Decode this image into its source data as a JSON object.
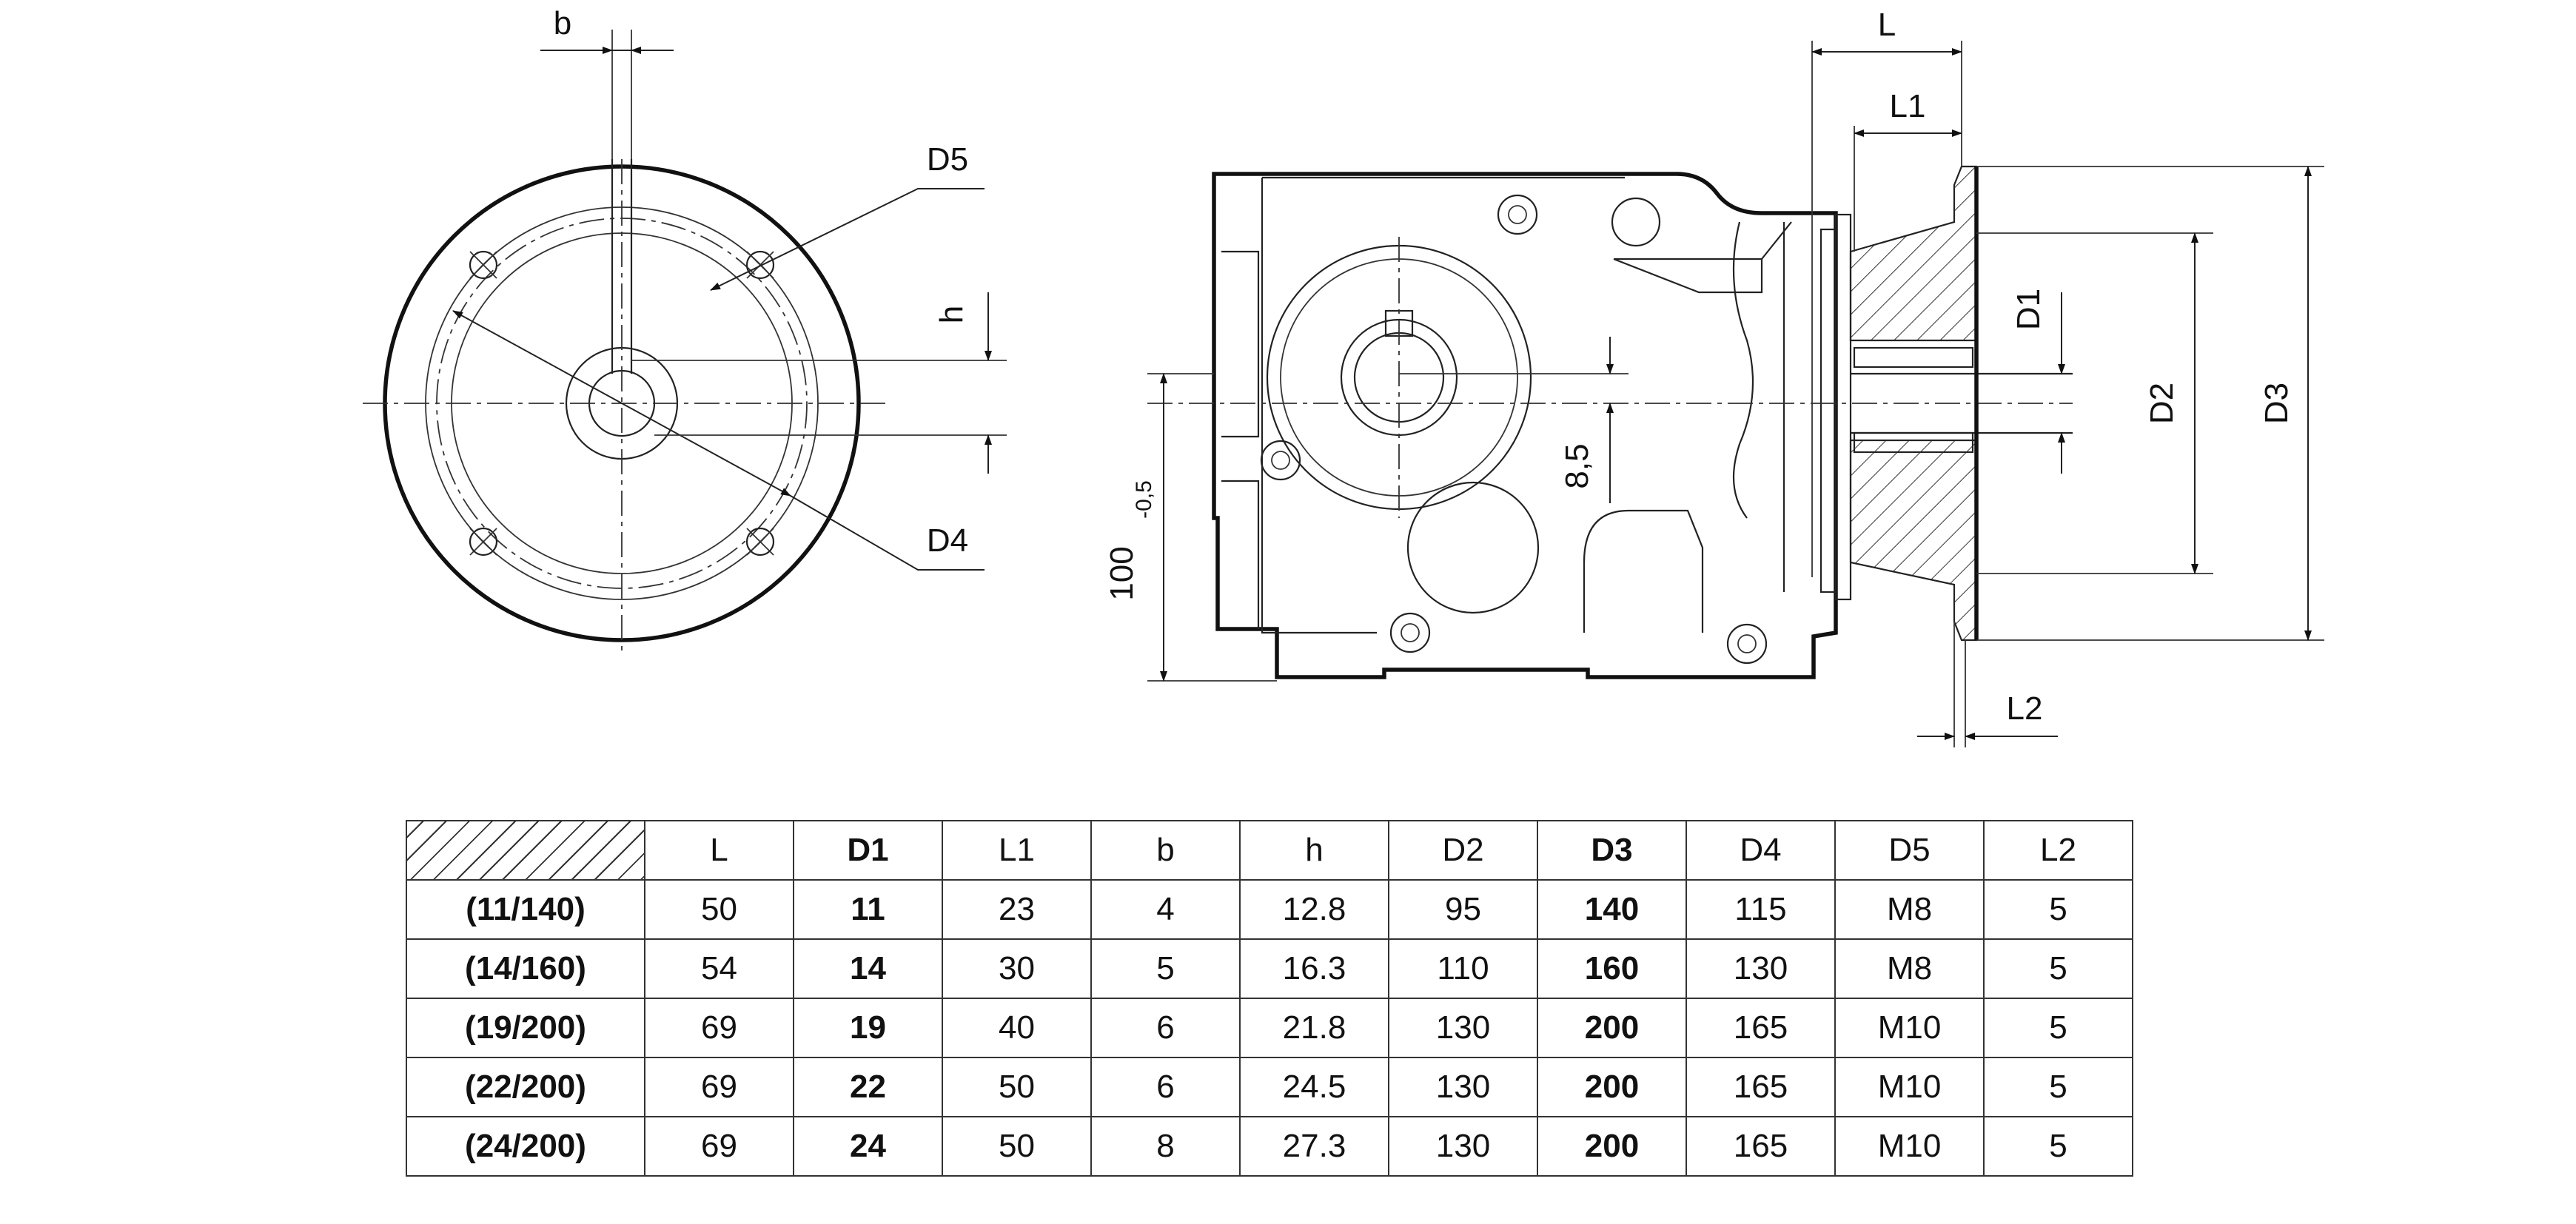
{
  "drawing": {
    "labels": {
      "b": "b",
      "D5": "D5",
      "h": "h",
      "D4": "D4",
      "L": "L",
      "L1": "L1",
      "D1": "D1",
      "D2": "D2",
      "D3": "D3",
      "L2": "L2",
      "height_value": "100",
      "height_tolerance": "-0,5",
      "offset_value": "8,5"
    }
  },
  "table": {
    "headers": [
      "",
      "L",
      "D1",
      "L1",
      "b",
      "h",
      "D2",
      "D3",
      "D4",
      "D5",
      "L2"
    ],
    "rows": [
      [
        "(11/140)",
        "50",
        "11",
        "23",
        "4",
        "12.8",
        "95",
        "140",
        "115",
        "M8",
        "5"
      ],
      [
        "(14/160)",
        "54",
        "14",
        "30",
        "5",
        "16.3",
        "110",
        "160",
        "130",
        "M8",
        "5"
      ],
      [
        "(19/200)",
        "69",
        "19",
        "40",
        "6",
        "21.8",
        "130",
        "200",
        "165",
        "M10",
        "5"
      ],
      [
        "(22/200)",
        "69",
        "22",
        "50",
        "6",
        "24.5",
        "130",
        "200",
        "165",
        "M10",
        "5"
      ],
      [
        "(24/200)",
        "69",
        "24",
        "50",
        "8",
        "27.3",
        "130",
        "200",
        "165",
        "M10",
        "5"
      ]
    ]
  }
}
